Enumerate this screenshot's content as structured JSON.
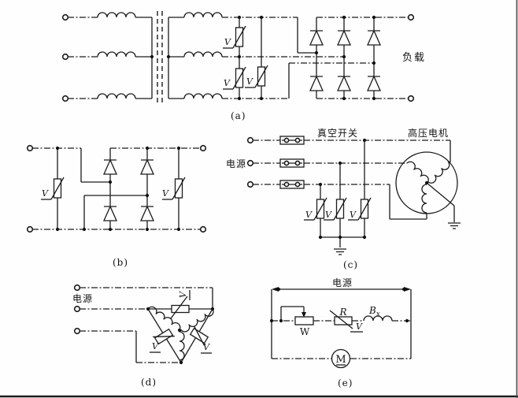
{
  "sym": {
    "v": "V"
  },
  "a": {
    "tag": "(a)",
    "load": "负载"
  },
  "b": {
    "tag": "(b)"
  },
  "c": {
    "tag": "(c)",
    "power": "电源",
    "vacuum_switch": "真空开关",
    "hv_motor": "高压电机"
  },
  "d": {
    "tag": "(d)",
    "power": "电源"
  },
  "e": {
    "tag": "(e)",
    "power": "电源",
    "w": "W",
    "r": "R",
    "b_main": "B",
    "b_sub": "x",
    "m": "M"
  }
}
